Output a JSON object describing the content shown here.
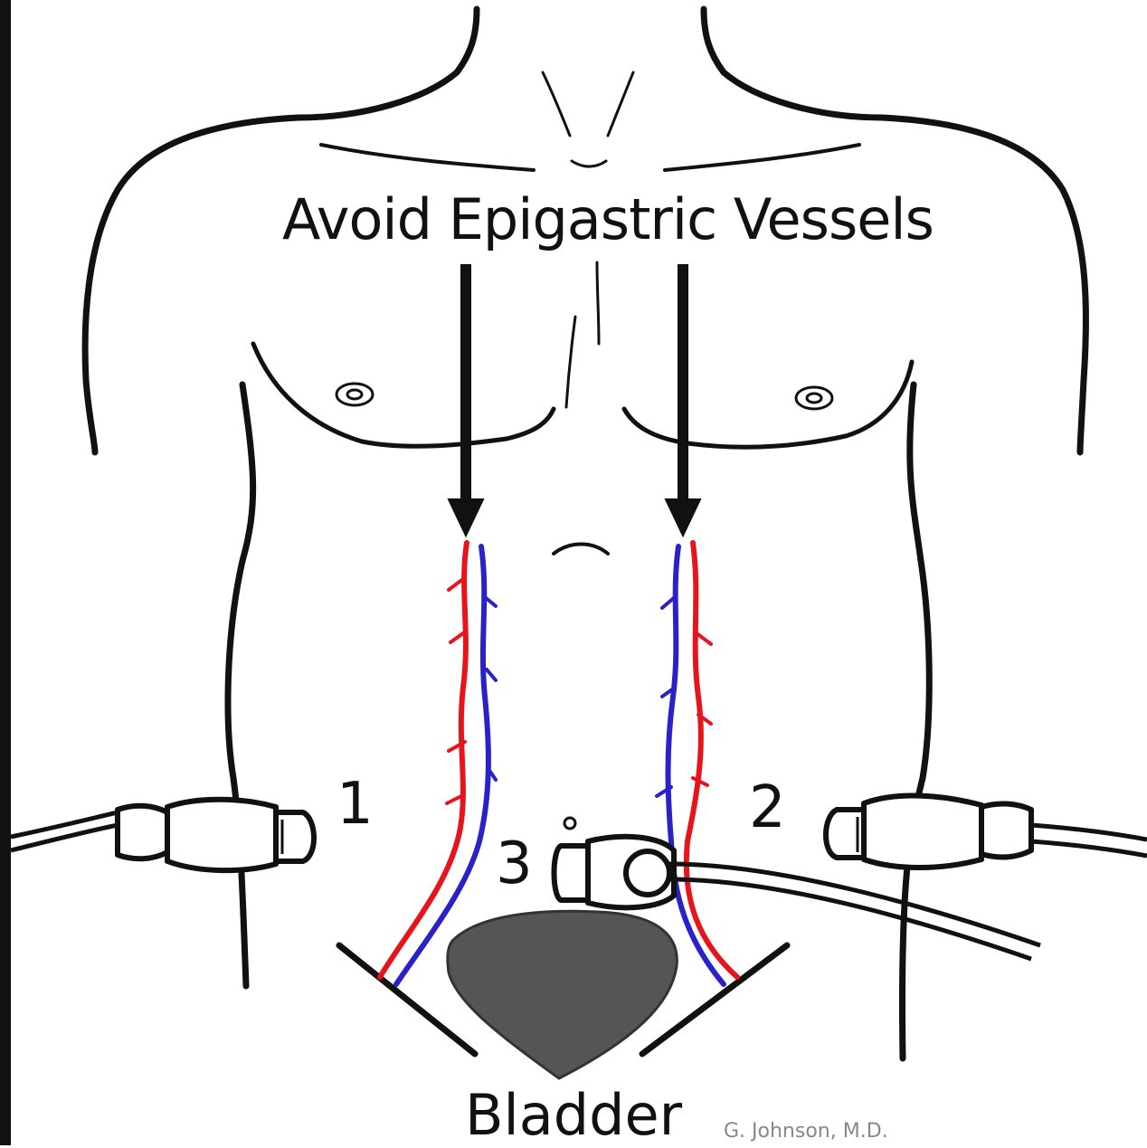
{
  "title": "Avoid Epigastric Vessels",
  "probe_labels": {
    "one": "1",
    "two": "2",
    "three": "3"
  },
  "organ_label": "Bladder",
  "credit": "G. Johnson, M.D.",
  "colors": {
    "artery": "#e8141b",
    "vein": "#2b21c9",
    "bladder": "#555555",
    "outline": "#111111"
  }
}
